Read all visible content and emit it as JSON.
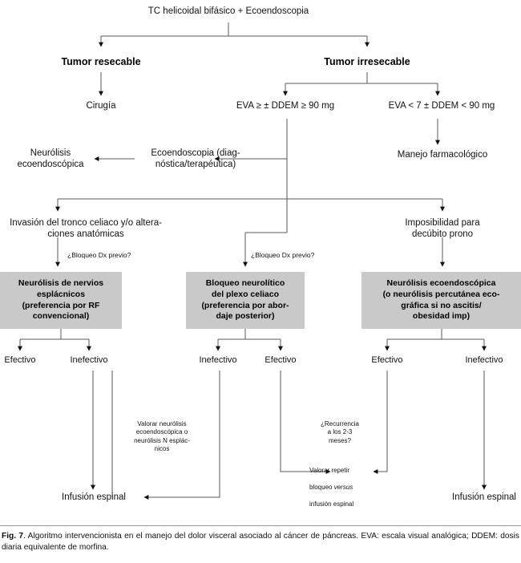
{
  "figure": {
    "label": "Fig. 7",
    "caption": ". Algoritmo intervencionista en el manejo del dolor visceral asociado al cáncer de páncreas. EVA: escala visual analógica; DDEM: dosis diaria equivalente de morfina."
  },
  "nodes": {
    "root": "TC helicoidal bifásico + Ecoendoscopia",
    "tumor_resecable": "Tumor resecable",
    "tumor_irresecable": "Tumor irresecable",
    "cirugia": "Cirugía",
    "eva_alta": "EVA ≥ ± DDEM ≥ 90 mg",
    "eva_baja": "EVA < 7 ± DDEM < 90 mg",
    "manejo_farmacologico": "Manejo farmacológico",
    "ecoendoscopia_diag": "Ecoendoscopia (diag-\nnóstica/terapéutica)",
    "neurolisis_eco": "Neurólisis\necoendoscópica",
    "invasion_tronco": "Invasión del tronco celiaco y/o altera-\nciones anatómicas",
    "imposibilidad_prono": "Imposibilidad para\ndecúbito prono",
    "bloqueo_dx_previo_left": "¿Bloqueo Dx previo?",
    "bloqueo_dx_previo_mid": "¿Bloqueo Dx previo?",
    "box_esplacnicos": "Neurólisis de nervios\nesplácnicos\n(preferencia por RF\nconvencional)",
    "box_plexo_celiaco": "Bloqueo neurolítico\ndel plexo celiaco\n(preferencia por abor-\ndaje posterior)",
    "box_ecoendoscopica": "Neurólisis ecoendoscópica\n(o neurólisis percutánea eco-\ngráfica si no ascitis/\nobesidad imp)",
    "leaf_efectivo_1": "Efectivo",
    "leaf_inefectivo_1": "Inefectivo",
    "leaf_inefectivo_2": "Inefectivo",
    "leaf_efectivo_2": "Efectivo",
    "leaf_efectivo_3": "Efectivo",
    "leaf_inefectivo_3": "Inefectivo",
    "valorar_neurolisis": "Valorar neurólisis\necoendoscópica o\nneurólisis N esplác-\nnicos",
    "recurrencia": "¿Recurrencia\na los 2-3\nmeses?",
    "valorar_repetir_1": "Valorar repetir",
    "valorar_repetir_2a": "bloqueo ",
    "valorar_repetir_2b": "versus",
    "valorar_repetir_3": "infusión espinal",
    "infusion_espinal_left": "Infusión espinal",
    "infusion_espinal_right": "Infusión espinal"
  },
  "colors": {
    "box_fill": "#c9c9c9",
    "line": "#4a4a4a",
    "text": "#111111",
    "background": "#ffffff"
  }
}
